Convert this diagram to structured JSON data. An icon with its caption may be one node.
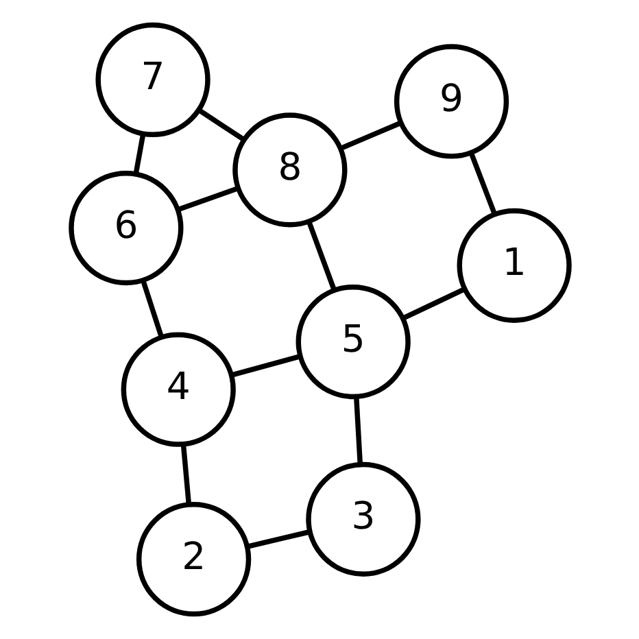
{
  "diagram": {
    "nodes": [
      {
        "text": [
          "7"
        ]
      },
      {
        "text": [
          "6"
        ]
      },
      {
        "text": [
          "2"
        ]
      },
      {
        "text": [
          "9"
        ]
      },
      {
        "text": [
          "8"
        ]
      },
      {
        "text": [
          "4"
        ]
      },
      {
        "text": [
          "3"
        ]
      },
      {
        "text": [
          "1"
        ]
      },
      {
        "text": [
          "5"
        ]
      }
    ],
    "edges": [
      {
        "from": 0,
        "to": 1,
        "arrow": "none"
      },
      {
        "from": 0,
        "to": 4,
        "arrow": "none"
      },
      {
        "from": 3,
        "to": 4,
        "arrow": "none"
      },
      {
        "from": 3,
        "to": 7,
        "arrow": "none"
      },
      {
        "from": 7,
        "to": 8,
        "arrow": "none"
      },
      {
        "from": 8,
        "to": 5,
        "arrow": "none"
      },
      {
        "from": 8,
        "to": 6,
        "arrow": "none"
      },
      {
        "from": 6,
        "to": 2,
        "arrow": "none"
      },
      {
        "from": 2,
        "to": 5,
        "arrow": "none"
      },
      {
        "from": 1,
        "to": 4,
        "arrow": "none"
      },
      {
        "from": 1,
        "to": 5,
        "arrow": "none"
      },
      {
        "from": 4,
        "to": 8,
        "arrow": "none"
      }
    ]
  }
}
